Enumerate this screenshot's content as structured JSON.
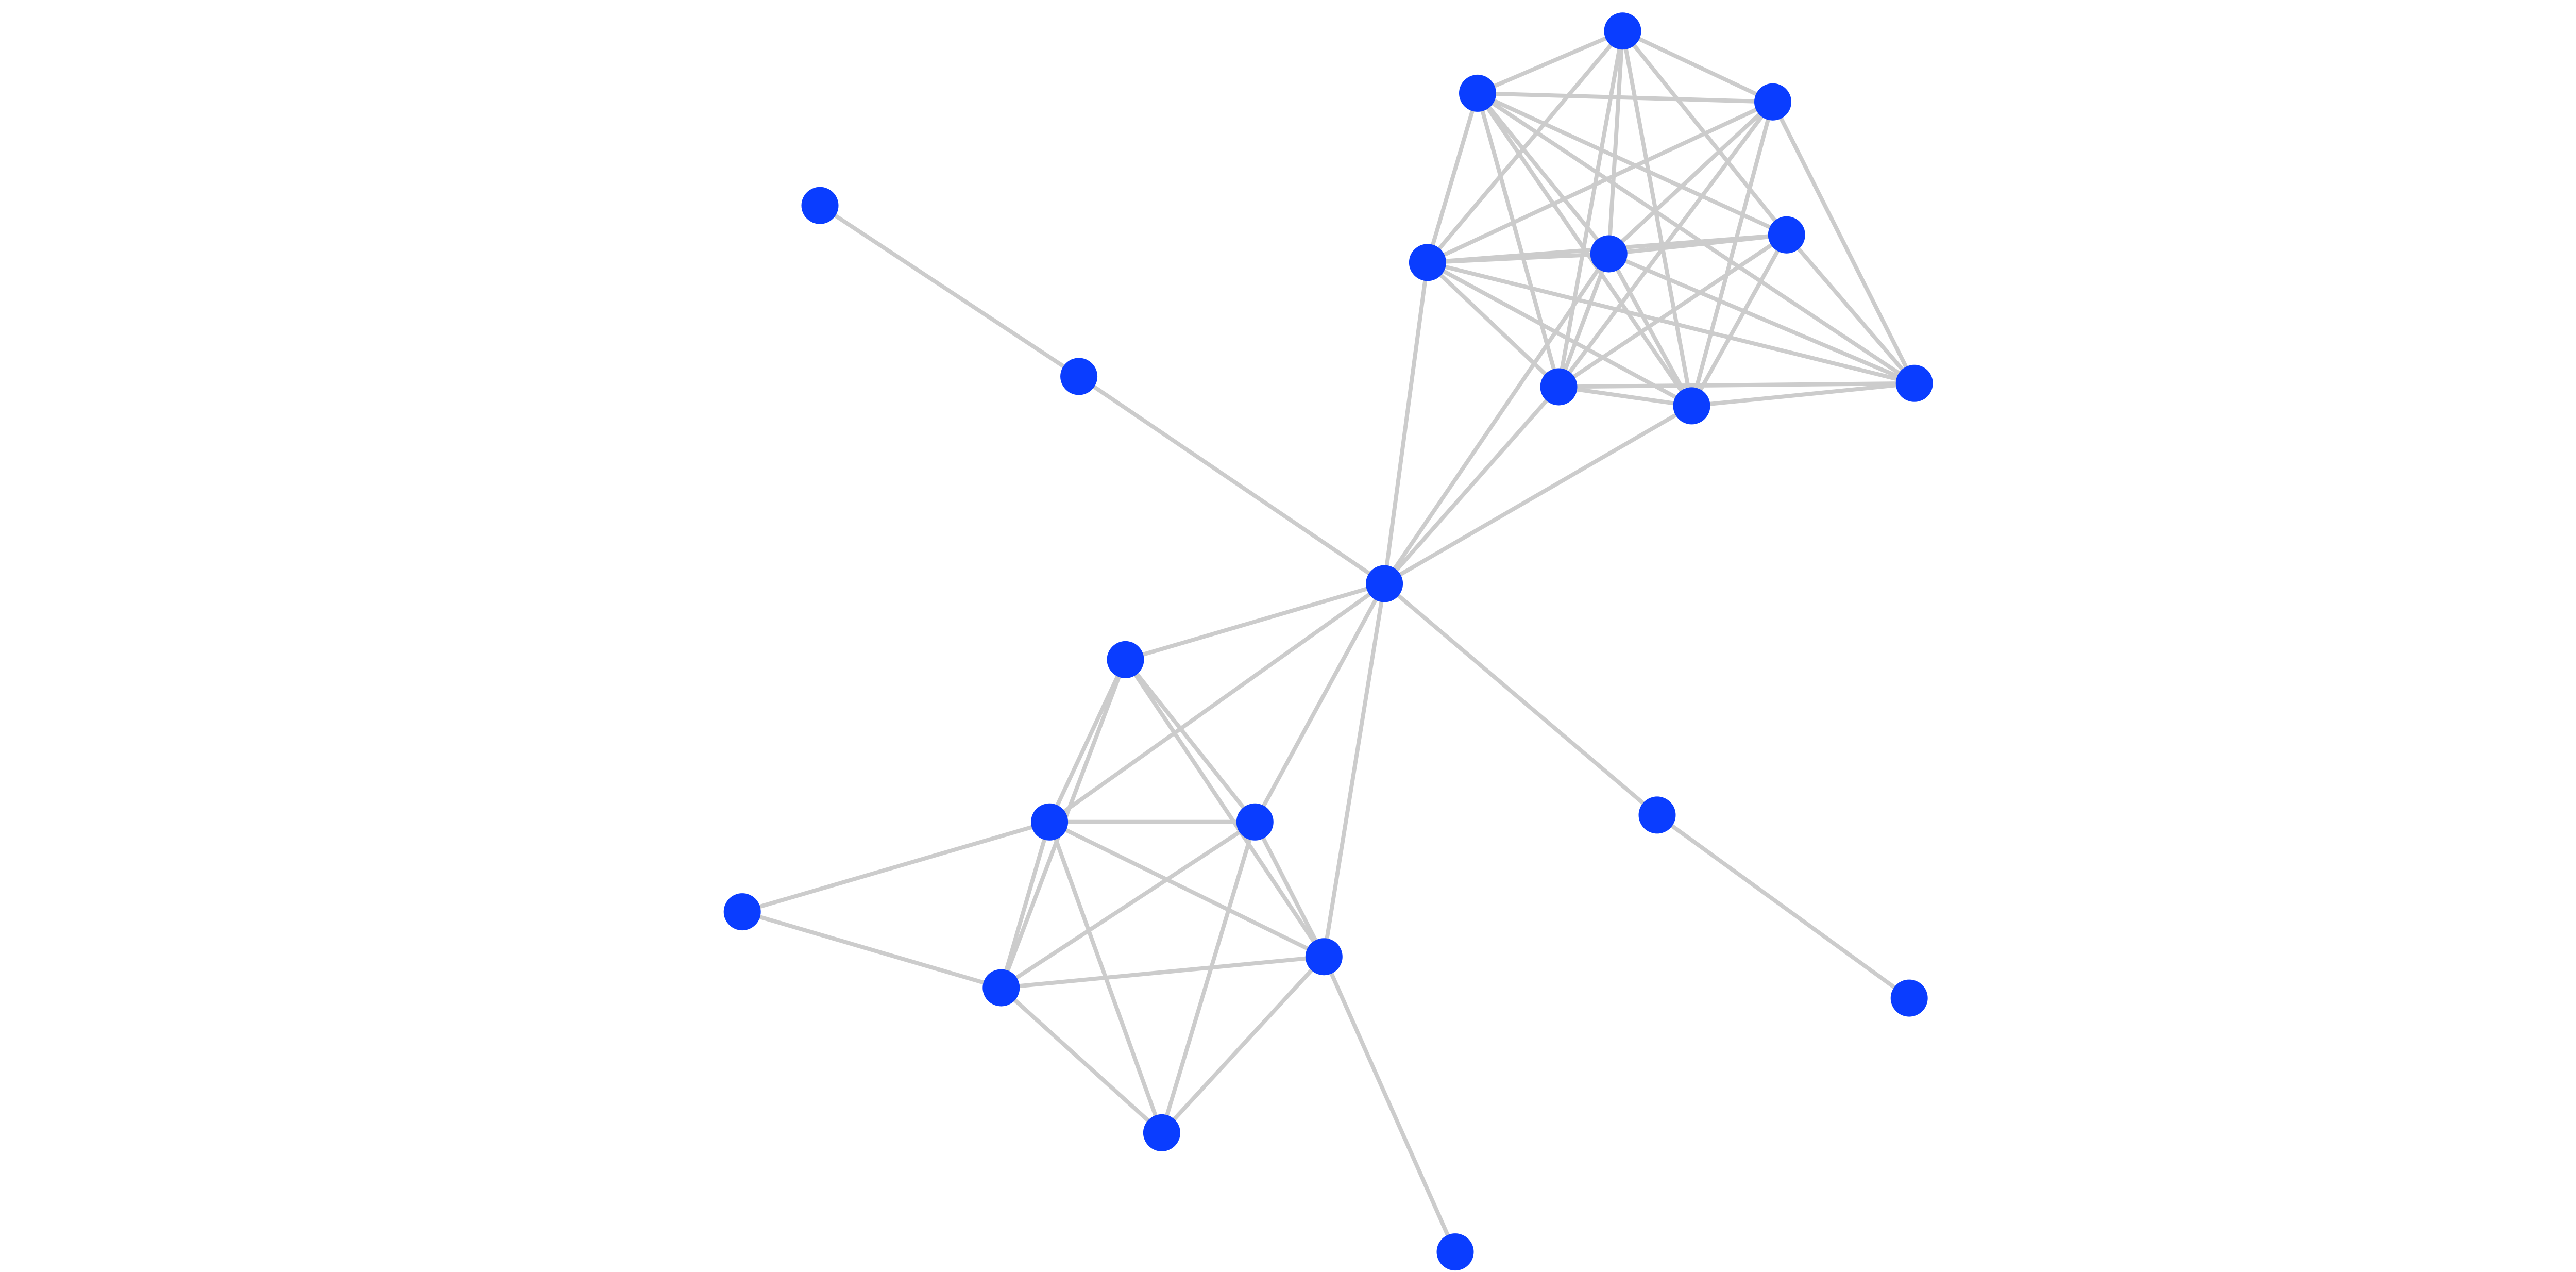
{
  "graph": {
    "node_color": "#0a3dff",
    "edge_color": "#cccccc",
    "background": "#ffffff",
    "nodes": [
      {
        "id": "hub"
      },
      {
        "id": "pendant-upper-left-outer"
      },
      {
        "id": "pendant-upper-left-inner"
      },
      {
        "id": "pendant-right-inner"
      },
      {
        "id": "pendant-right-outer"
      },
      {
        "id": "pendant-bottom"
      },
      {
        "id": "top-a"
      },
      {
        "id": "top-b"
      },
      {
        "id": "top-c"
      },
      {
        "id": "top-d"
      },
      {
        "id": "top-e"
      },
      {
        "id": "top-f"
      },
      {
        "id": "top-g"
      },
      {
        "id": "top-h"
      },
      {
        "id": "top-i"
      },
      {
        "id": "bottom-a"
      },
      {
        "id": "bottom-b"
      },
      {
        "id": "bottom-c"
      },
      {
        "id": "bottom-d"
      },
      {
        "id": "bottom-e"
      },
      {
        "id": "bottom-f"
      },
      {
        "id": "pendant-left"
      }
    ],
    "edges": [
      [
        "pendant-upper-left-outer",
        "pendant-upper-left-inner"
      ],
      [
        "pendant-upper-left-inner",
        "hub"
      ],
      [
        "hub",
        "pendant-right-inner"
      ],
      [
        "pendant-right-inner",
        "pendant-right-outer"
      ],
      [
        "hub",
        "top-e"
      ],
      [
        "hub",
        "top-f"
      ],
      [
        "hub",
        "top-g"
      ],
      [
        "hub",
        "top-h"
      ],
      [
        "hub",
        "bottom-a"
      ],
      [
        "hub",
        "bottom-b"
      ],
      [
        "hub",
        "bottom-c"
      ],
      [
        "hub",
        "bottom-d"
      ],
      [
        "top-a",
        "top-b"
      ],
      [
        "top-a",
        "top-c"
      ],
      [
        "top-a",
        "top-d"
      ],
      [
        "top-a",
        "top-e"
      ],
      [
        "top-a",
        "top-f"
      ],
      [
        "top-a",
        "top-g"
      ],
      [
        "top-a",
        "top-h"
      ],
      [
        "top-b",
        "top-c"
      ],
      [
        "top-b",
        "top-d"
      ],
      [
        "top-b",
        "top-e"
      ],
      [
        "top-b",
        "top-f"
      ],
      [
        "top-b",
        "top-g"
      ],
      [
        "top-b",
        "top-h"
      ],
      [
        "top-b",
        "top-i"
      ],
      [
        "top-c",
        "top-e"
      ],
      [
        "top-c",
        "top-f"
      ],
      [
        "top-c",
        "top-g"
      ],
      [
        "top-c",
        "top-h"
      ],
      [
        "top-c",
        "top-i"
      ],
      [
        "top-d",
        "top-e"
      ],
      [
        "top-d",
        "top-f"
      ],
      [
        "top-d",
        "top-g"
      ],
      [
        "top-d",
        "top-h"
      ],
      [
        "top-d",
        "top-i"
      ],
      [
        "top-e",
        "top-f"
      ],
      [
        "top-e",
        "top-g"
      ],
      [
        "top-e",
        "top-h"
      ],
      [
        "top-e",
        "top-i"
      ],
      [
        "top-f",
        "top-g"
      ],
      [
        "top-f",
        "top-h"
      ],
      [
        "top-f",
        "top-i"
      ],
      [
        "top-g",
        "top-h"
      ],
      [
        "top-g",
        "top-i"
      ],
      [
        "top-h",
        "top-i"
      ],
      [
        "bottom-a",
        "bottom-b"
      ],
      [
        "bottom-a",
        "bottom-c"
      ],
      [
        "bottom-a",
        "bottom-d"
      ],
      [
        "bottom-a",
        "bottom-e"
      ],
      [
        "bottom-b",
        "bottom-c"
      ],
      [
        "bottom-b",
        "bottom-d"
      ],
      [
        "bottom-b",
        "bottom-e"
      ],
      [
        "bottom-b",
        "bottom-f"
      ],
      [
        "bottom-b",
        "pendant-left"
      ],
      [
        "bottom-c",
        "bottom-d"
      ],
      [
        "bottom-c",
        "bottom-e"
      ],
      [
        "bottom-c",
        "bottom-f"
      ],
      [
        "bottom-d",
        "bottom-e"
      ],
      [
        "bottom-d",
        "bottom-f"
      ],
      [
        "bottom-d",
        "pendant-bottom"
      ],
      [
        "bottom-e",
        "bottom-f"
      ],
      [
        "bottom-e",
        "pendant-left"
      ]
    ]
  }
}
